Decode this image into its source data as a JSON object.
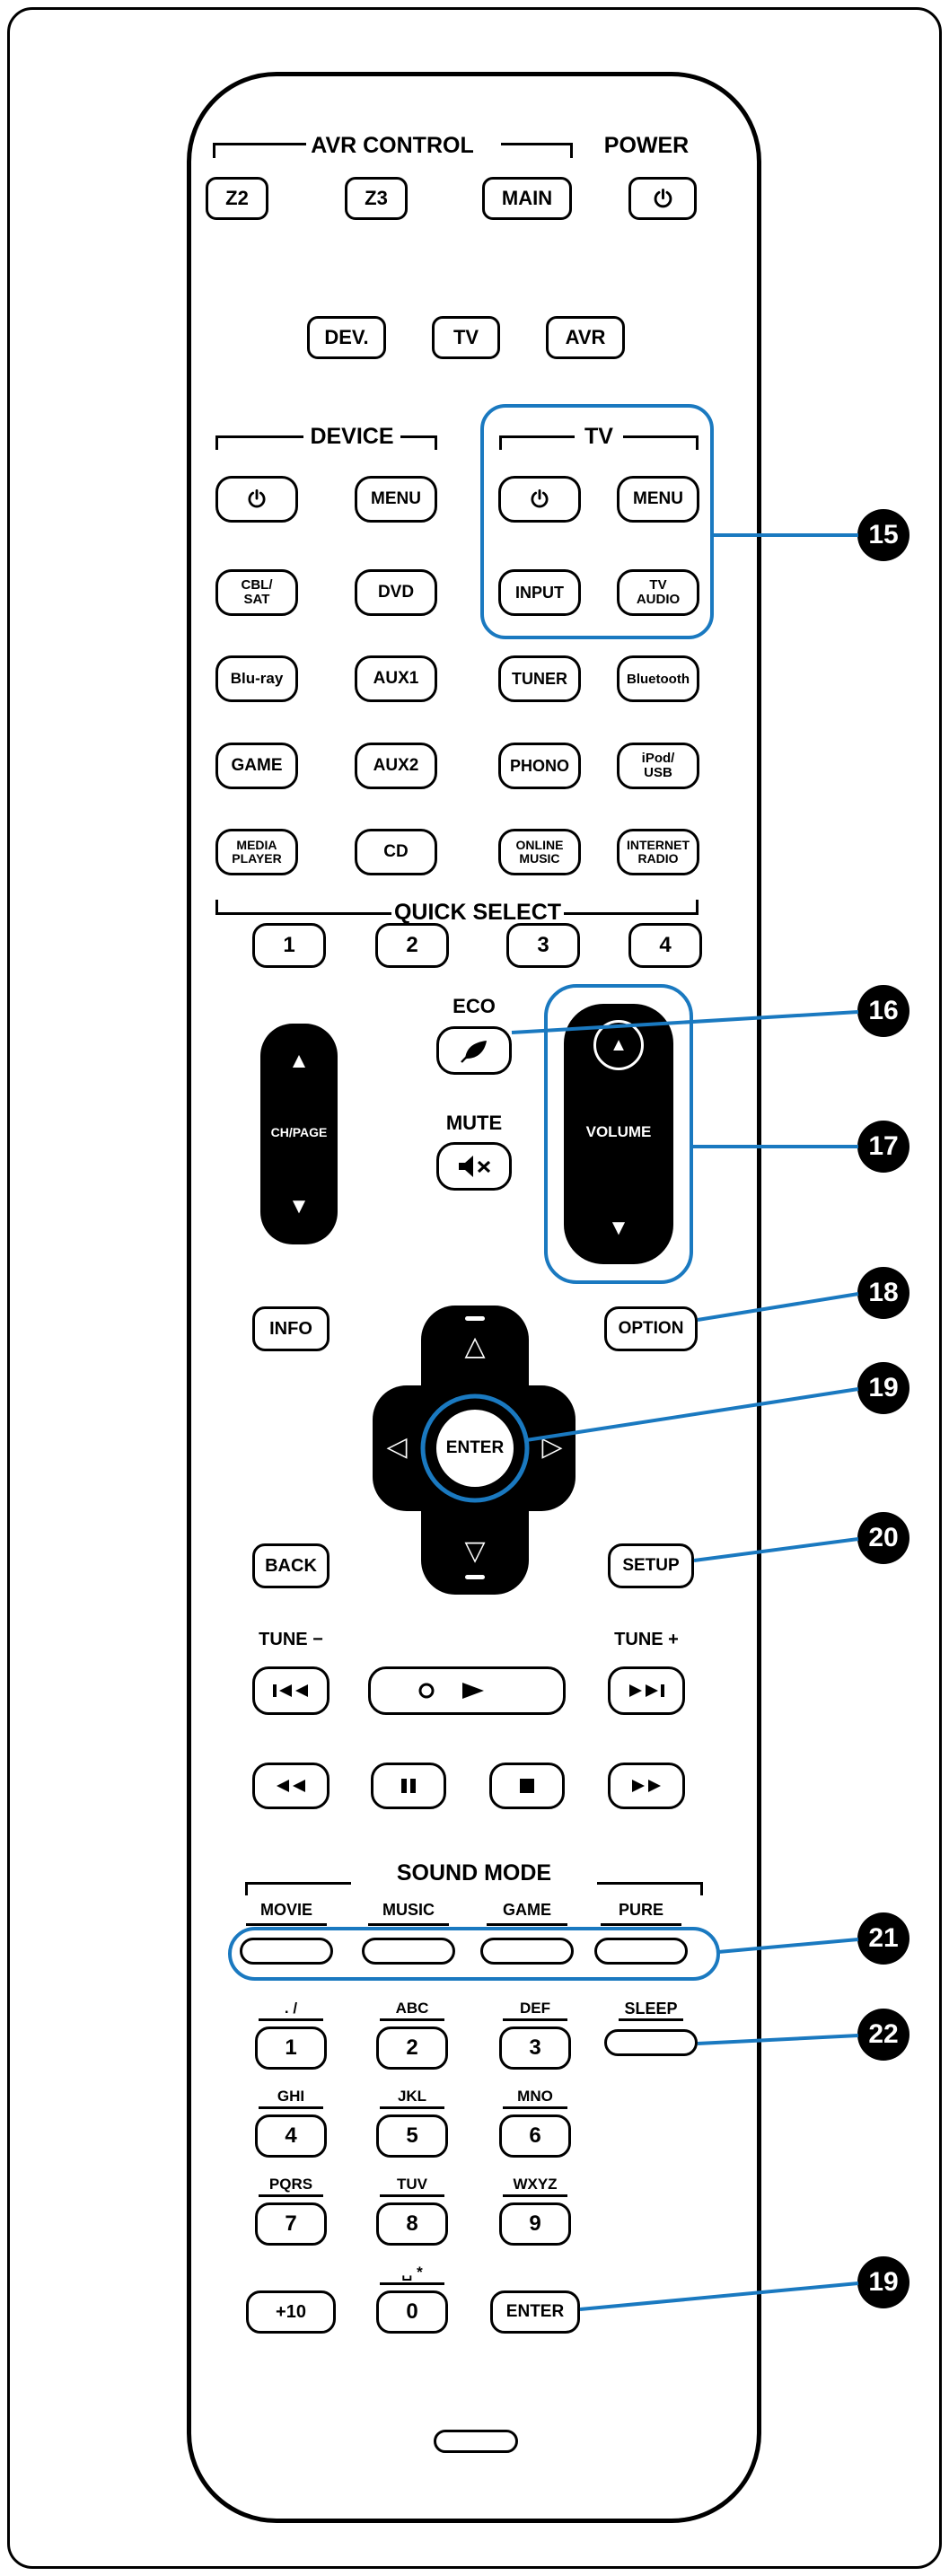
{
  "colors": {
    "highlight_blue": "#1a79c0",
    "ink": "#000000"
  },
  "callouts": {
    "n15": "15",
    "n16": "16",
    "n17": "17",
    "n18": "18",
    "n19": "19",
    "n20": "20",
    "n21": "21",
    "n22": "22"
  },
  "top": {
    "avr_control_label": "AVR CONTROL",
    "power_label": "POWER",
    "z2": "Z2",
    "z3": "Z3",
    "main": "MAIN"
  },
  "mode_row": {
    "dev": "DEV.",
    "tv": "TV",
    "avr": "AVR"
  },
  "device": {
    "device_label": "DEVICE",
    "tv_label": "TV",
    "dev_menu": "MENU",
    "tv_menu": "MENU",
    "cbl_sat": "CBL/\nSAT",
    "dvd": "DVD",
    "input": "INPUT",
    "tv_audio": "TV\nAUDIO",
    "blu_ray": "Blu-ray",
    "aux1": "AUX1",
    "tuner": "TUNER",
    "bluetooth": "Bluetooth",
    "game": "GAME",
    "aux2": "AUX2",
    "phono": "PHONO",
    "ipod_usb": "iPod/\nUSB",
    "media_player": "MEDIA\nPLAYER",
    "cd": "CD",
    "online_music": "ONLINE\nMUSIC",
    "internet_radio": "INTERNET\nRADIO"
  },
  "quick_select": {
    "label": "QUICK SELECT",
    "q1": "1",
    "q2": "2",
    "q3": "3",
    "q4": "4"
  },
  "center": {
    "eco_label": "ECO",
    "mute_label": "MUTE",
    "ch_page_label": "CH/PAGE",
    "volume_label": "VOLUME",
    "up_triangle": "▲",
    "down_triangle": "▼",
    "cursor_up": "△",
    "cursor_down": "▽",
    "cursor_left": "◁",
    "cursor_right": "▷",
    "info": "INFO",
    "option": "OPTION",
    "enter": "ENTER",
    "back": "BACK",
    "setup": "SETUP"
  },
  "transport": {
    "tune_minus": "TUNE −",
    "tune_plus": "TUNE +"
  },
  "sound_mode": {
    "label": "SOUND MODE",
    "movie": "MOVIE",
    "music": "MUSIC",
    "game": "GAME",
    "pure": "PURE"
  },
  "keypad": {
    "tag1": ". /",
    "tag2": "ABC",
    "tag3": "DEF",
    "tag4": "GHI",
    "tag5": "JKL",
    "tag6": "MNO",
    "tag7": "PQRS",
    "tag8": "TUV",
    "tag9": "WXYZ",
    "tag0": "␣ *",
    "d1": "1",
    "d2": "2",
    "d3": "3",
    "d4": "4",
    "d5": "5",
    "d6": "6",
    "d7": "7",
    "d8": "8",
    "d9": "9",
    "d0": "0",
    "sleep": "SLEEP",
    "plus10": "+10",
    "enter": "ENTER"
  }
}
